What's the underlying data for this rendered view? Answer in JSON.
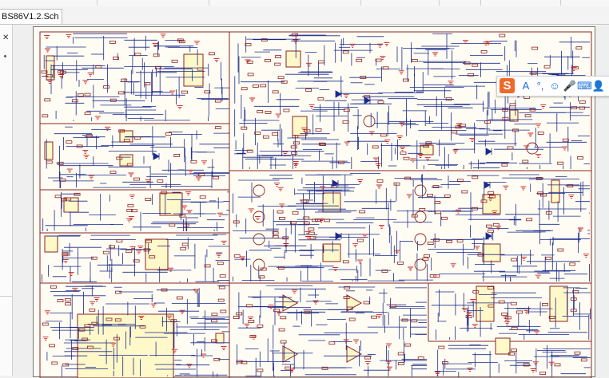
{
  "tab": {
    "filename": "BS86V1.2.Sch"
  },
  "panel": {
    "close_glyph": "✕"
  },
  "ime": {
    "logo_letter": "S",
    "items": [
      {
        "name": "chinese-english-toggle-icon",
        "glyph": "A"
      },
      {
        "name": "punctuation-icon",
        "glyph": "°,"
      },
      {
        "name": "emoji-icon",
        "glyph": "☺"
      },
      {
        "name": "microphone-icon",
        "glyph": "🎤"
      },
      {
        "name": "keyboard-icon",
        "glyph": "⌨"
      },
      {
        "name": "user-settings-icon",
        "glyph": "👤"
      }
    ]
  },
  "colors": {
    "wire": "#1a2a8c",
    "border": "#8a2323",
    "component": "#8a2323",
    "ground": "#c41a1a",
    "label": "#1a2a8c",
    "sheet": "#fffdf3",
    "ime_logo": "#f0692a",
    "ime_icon": "#1a6fd8"
  }
}
